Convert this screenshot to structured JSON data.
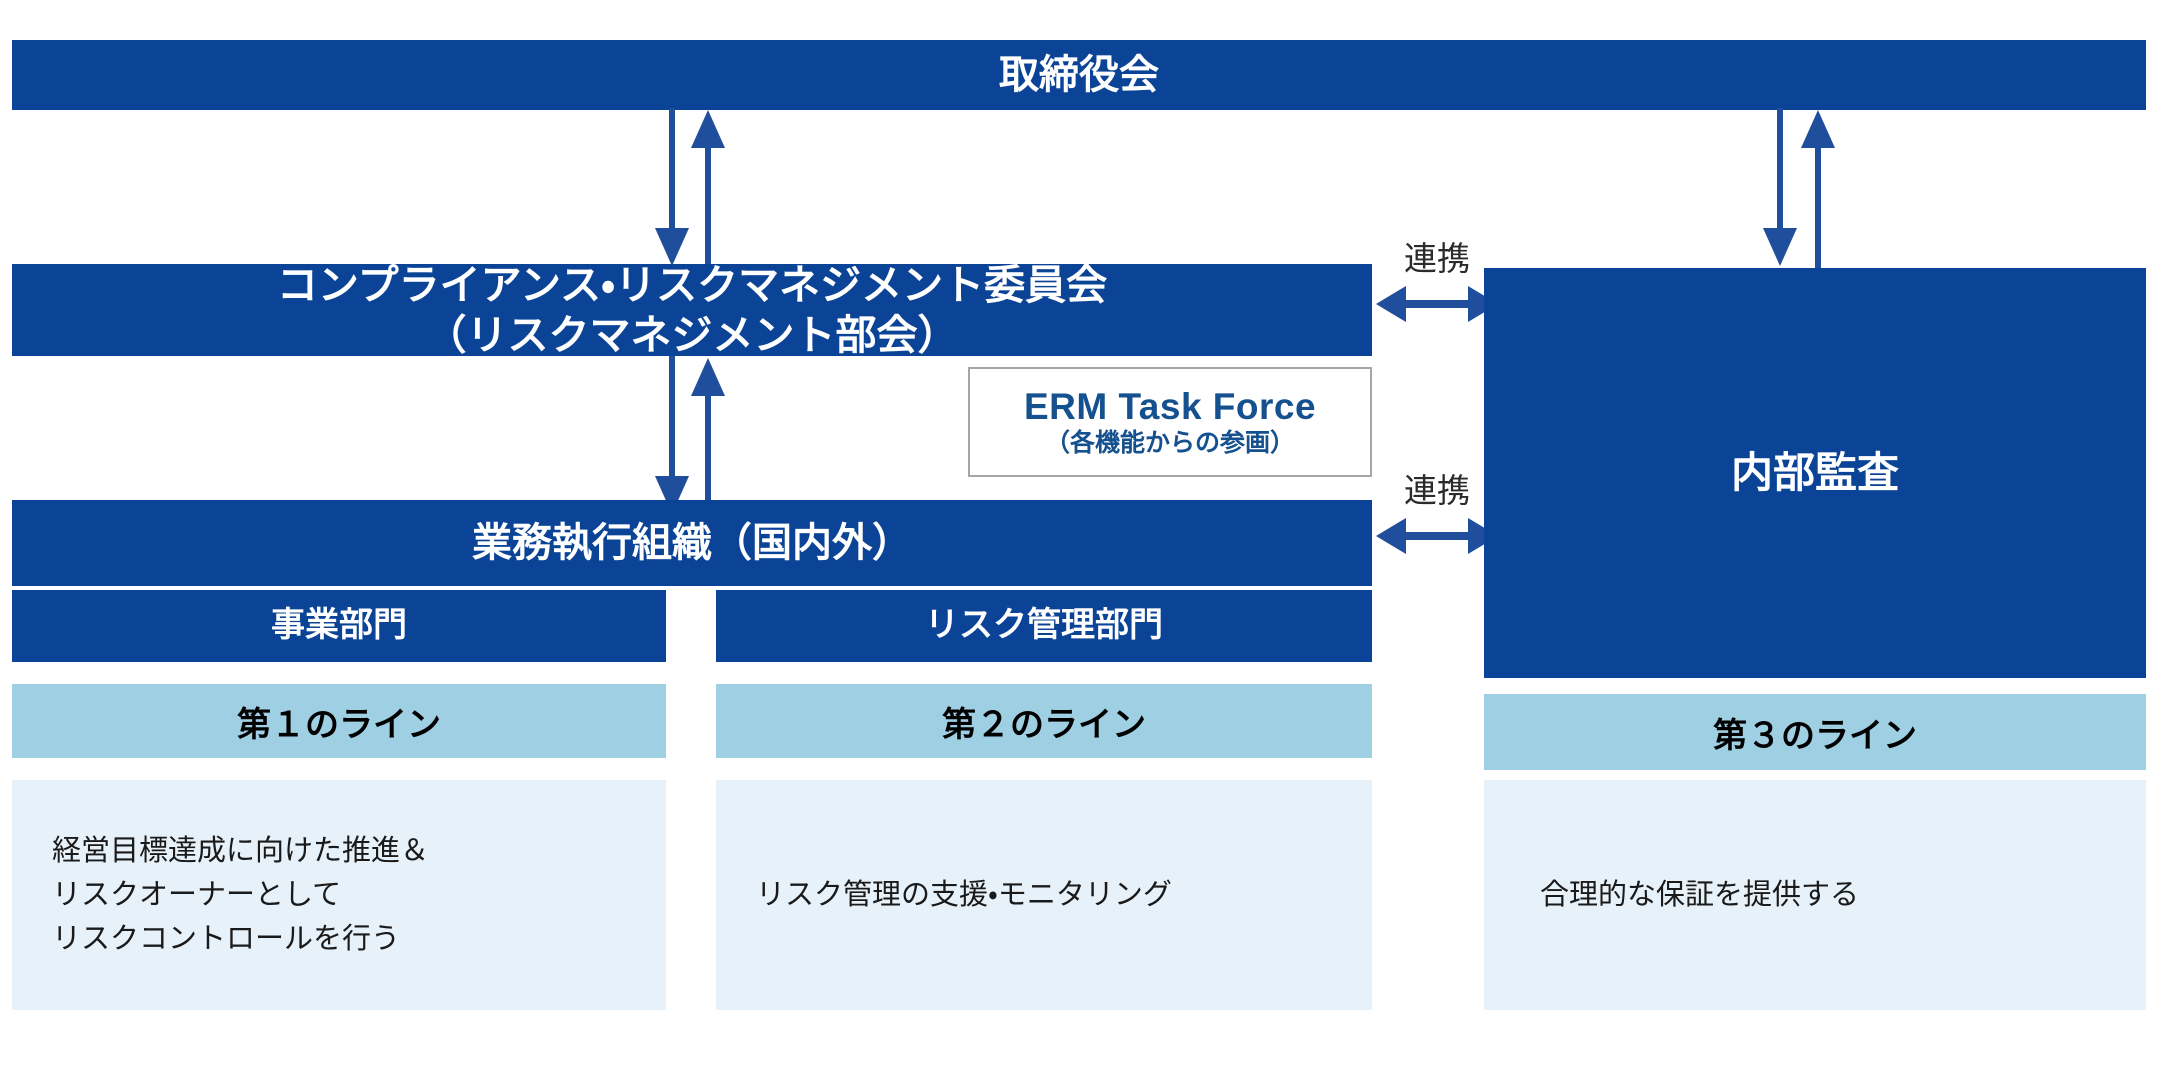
{
  "diagram": {
    "title": "三つの防衛線 リスクマネジメント体制図",
    "colors": {
      "navy": "#0B4496",
      "light_blue": "#9FCFE2",
      "pale_blue": "#E7F1F9",
      "erm_text": "#15508F",
      "erm_border": "#A6A6A6",
      "arrow": "#1F4E9C",
      "white": "#FFFFFF",
      "black": "#000000"
    }
  },
  "board": {
    "label": "取締役会"
  },
  "committee": {
    "main_label": "コンプライアンス・リスクマネジメント委員会",
    "sub_label": "（リスクマネジメント部会）"
  },
  "erm_task_force": {
    "title": "ERM Task Force",
    "subtitle": "（各機能からの参画）"
  },
  "execution": {
    "label": "業務執行組織（国内外）"
  },
  "internal_audit": {
    "label": "内部監査"
  },
  "links": {
    "upper_label": "連携",
    "lower_label": "連携"
  },
  "columns": [
    {
      "header": "事業部門",
      "line": "第１のライン",
      "description": [
        "経営目標達成に向けた推進＆",
        "リスクオーナーとして",
        "リスクコントロールを行う"
      ]
    },
    {
      "header": "リスク管理部門",
      "line": "第２のライン",
      "description": [
        "リスク管理の支援・モニタリング"
      ]
    },
    {
      "header": "",
      "line": "第３のライン",
      "description": [
        "合理的な保証を提供する"
      ]
    }
  ]
}
